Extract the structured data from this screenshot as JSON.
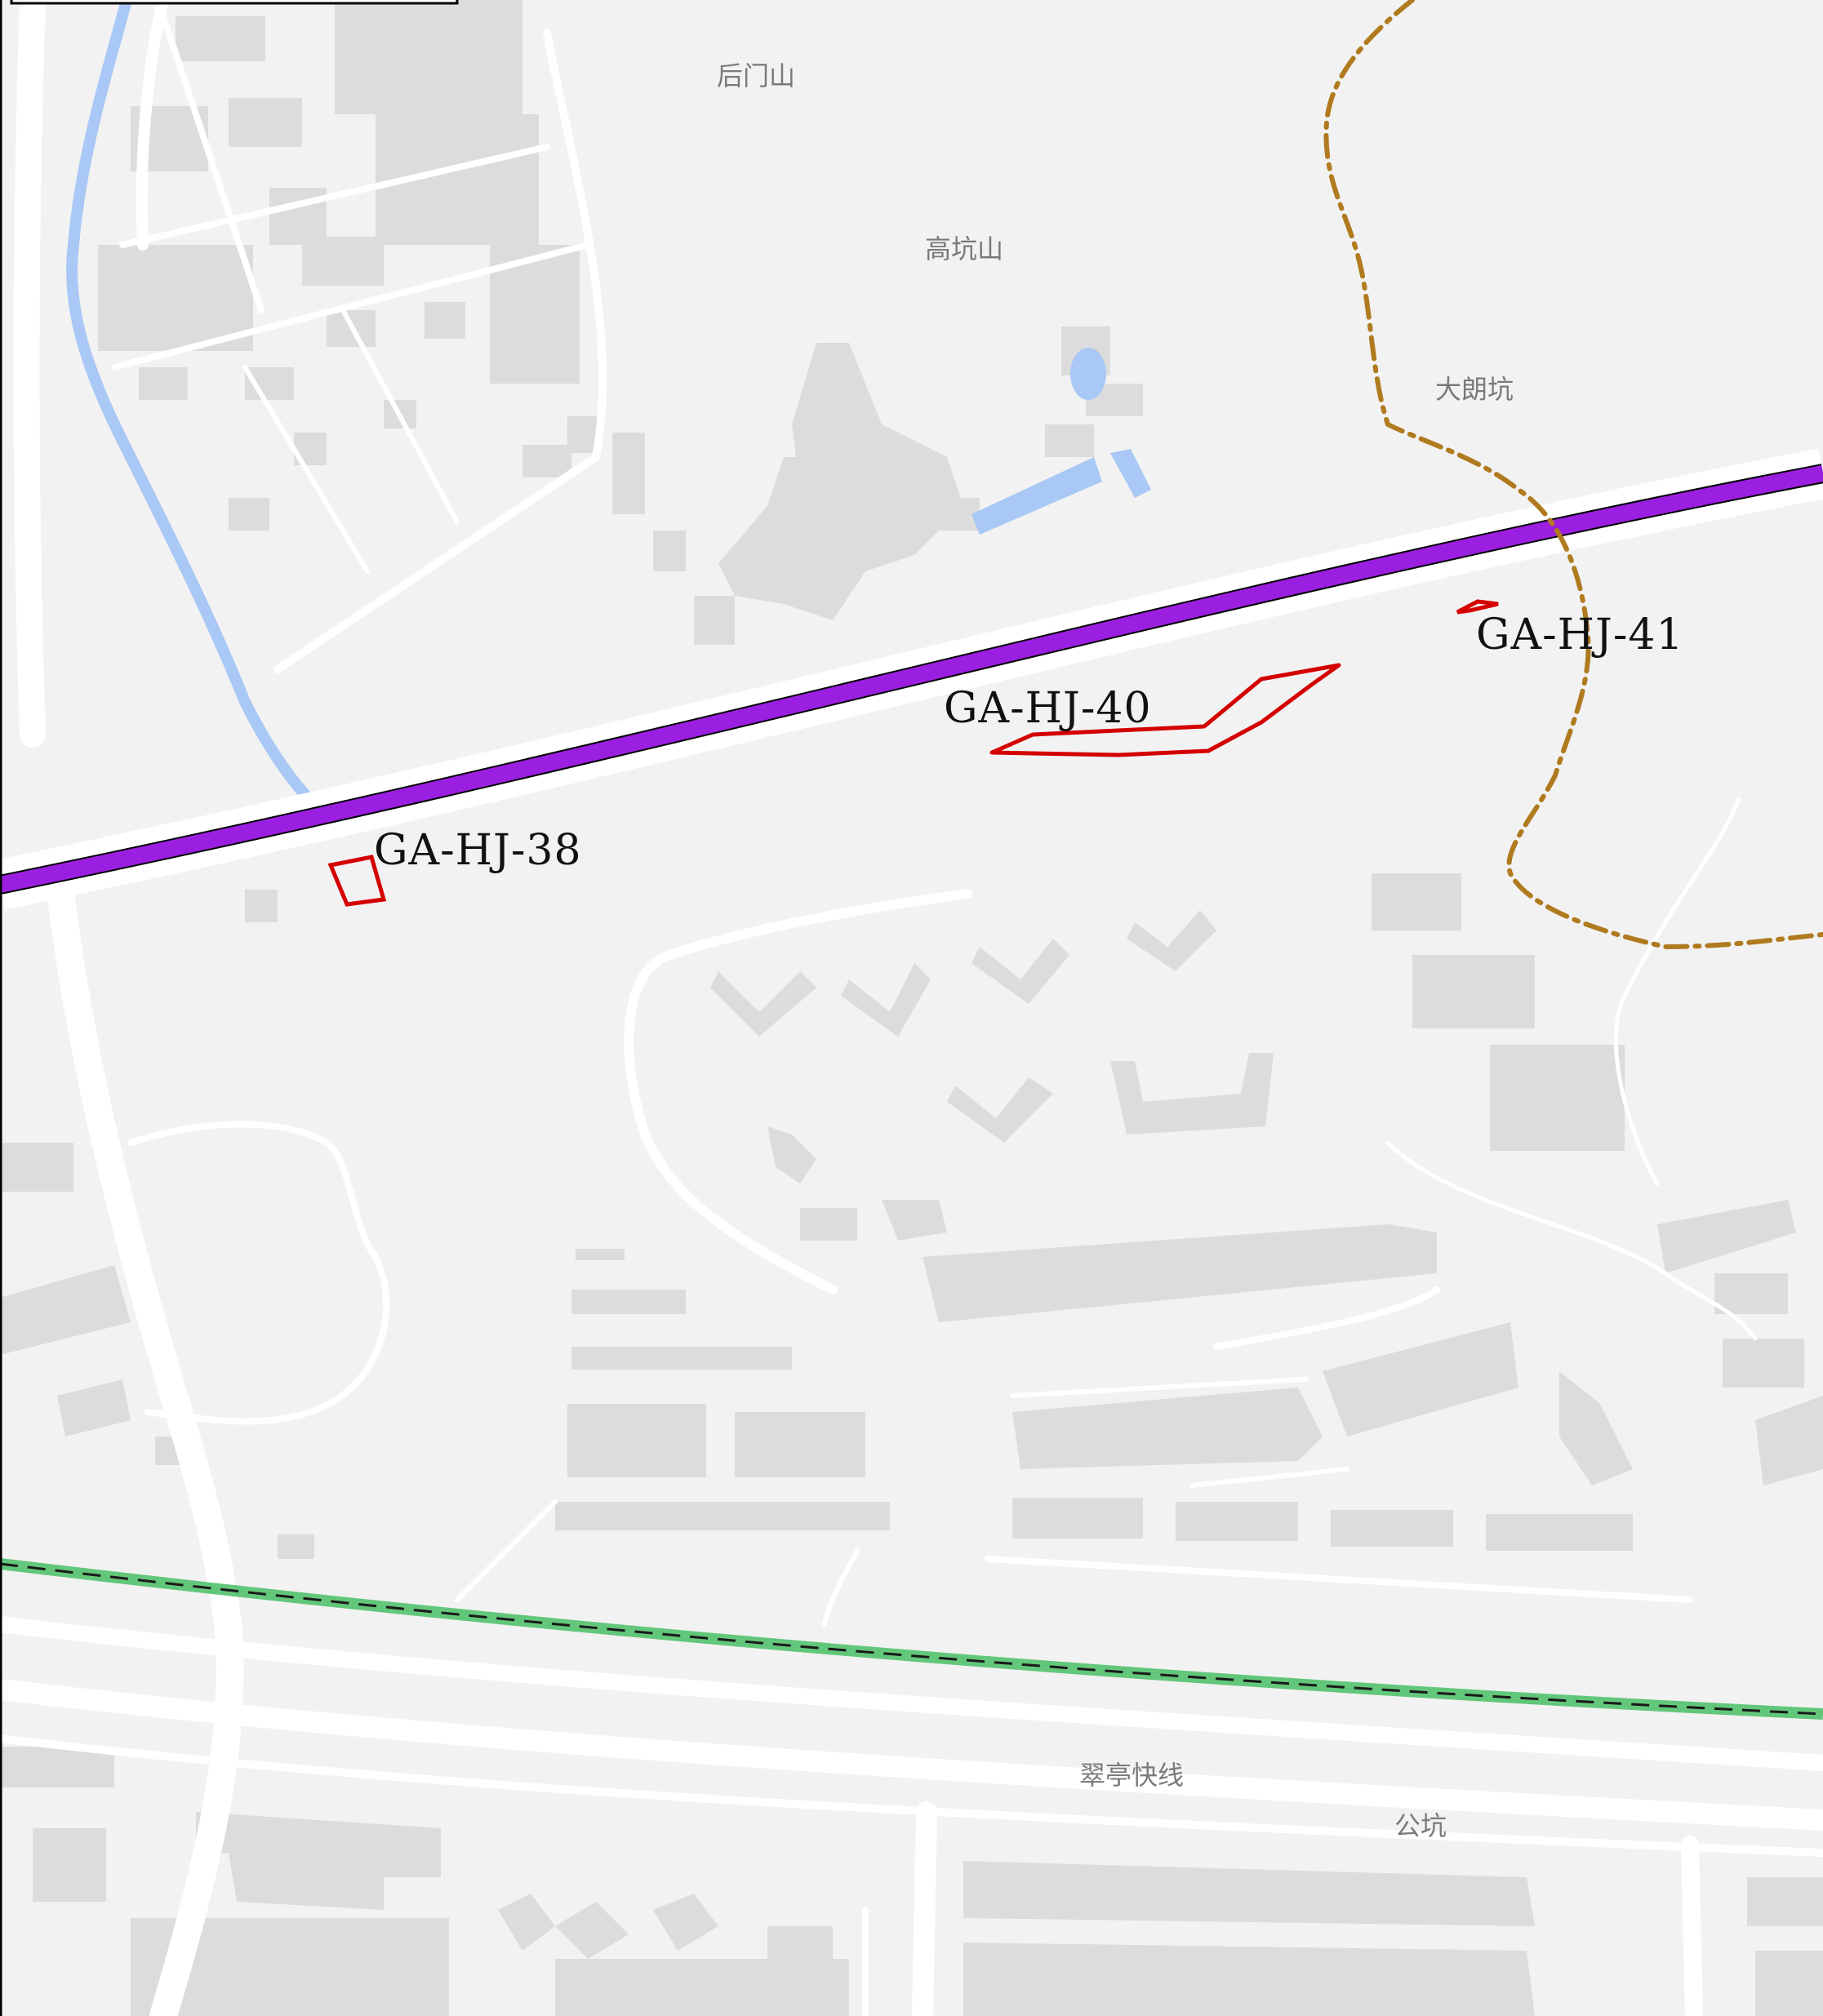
{
  "colors": {
    "background": "#f2f2f2",
    "building": "#dcdcdc",
    "road": "#ffffff",
    "water": "#a9c8f5",
    "highway": "#9b1fe0",
    "parcel_outline": "#d40000",
    "boundary": "#b07a1e",
    "rail_green": "#62c77a",
    "label_text": "#7a7a7a",
    "parcel_text": "#111111"
  },
  "place_labels": {
    "houmenshan": "后门山",
    "gaokengshan": "高坑山",
    "dalangkeng": "大朗坑",
    "cuiting_expressway": "翠亭快线",
    "gongkeng": "公坑"
  },
  "parcels": {
    "p38": "GA-HJ-38",
    "p40": "GA-HJ-40",
    "p41": "GA-HJ-41"
  }
}
